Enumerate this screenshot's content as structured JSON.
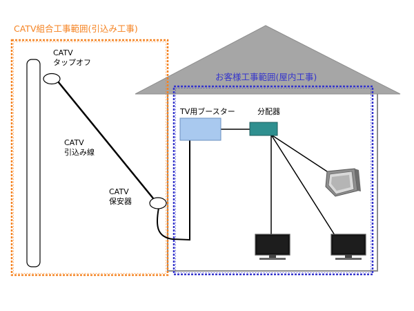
{
  "regions": {
    "catv_scope": {
      "label": "CATV組合工事範囲(引込み工事)",
      "color": "#f58220"
    },
    "customer_scope": {
      "label": "お客様工事範囲(屋内工事)",
      "color": "#3333cc"
    }
  },
  "labels": {
    "tap_off_line1": "CATV",
    "tap_off_line2": "タップオフ",
    "drop_line_line1": "CATV",
    "drop_line_line2": "引込み線",
    "protector_line1": "CATV",
    "protector_line2": "保安器",
    "booster": "TV用ブースター",
    "splitter": "分配器"
  },
  "colors": {
    "house_roof": "#a6a6a6",
    "booster_fill": "#a9c9ef",
    "splitter_fill": "#2f8f8f",
    "wire": "#000000"
  }
}
